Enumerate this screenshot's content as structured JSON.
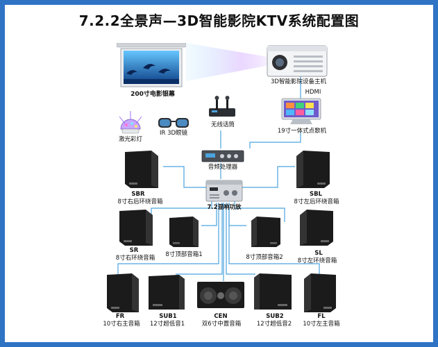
{
  "title": "7.2.2全景声—3D智能影院KTV系统配置图",
  "devices": {
    "screen": "200寸电影银幕",
    "projector": "3D智能影院设备主机",
    "hdmi": "HDMI",
    "mic": "无线话筒",
    "karaoke": "19寸一体式点歌机",
    "laser_light": "激光彩灯",
    "glasses": "IR 3D眼镜",
    "processor": "音频处理器",
    "amplifier": "7.2混响功放"
  },
  "speakers": {
    "sbr": {
      "code": "SBR",
      "desc": "8寸右后环绕音箱"
    },
    "sbl": {
      "code": "SBL",
      "desc": "8寸左后环绕音箱"
    },
    "sr": {
      "code": "SR",
      "desc": "8寸右环绕音箱"
    },
    "sl": {
      "code": "SL",
      "desc": "8寸左环绕音箱"
    },
    "top1": {
      "desc": "8寸顶部音箱1"
    },
    "top2": {
      "desc": "8寸顶部音箱2"
    },
    "fr": {
      "code": "FR",
      "desc": "10寸右主音箱"
    },
    "fl": {
      "code": "FL",
      "desc": "10寸左主音箱"
    },
    "sub1": {
      "code": "SUB1",
      "desc": "12寸超低音1"
    },
    "sub2": {
      "code": "SUB2",
      "desc": "12寸超低音2"
    },
    "cen": {
      "code": "CEN",
      "desc": "双6寸中置音箱"
    }
  },
  "colors": {
    "frame": "#2f73c4",
    "wire": "#4aa3df",
    "speaker": "#1b1b1b"
  }
}
